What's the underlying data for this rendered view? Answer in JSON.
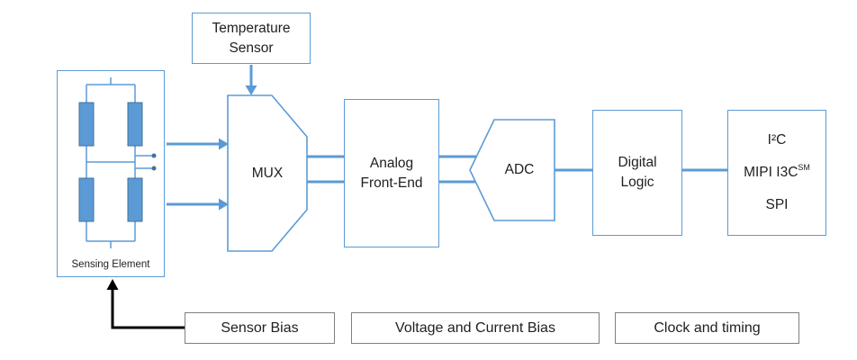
{
  "colors": {
    "accent_blue": "#5B9BD5",
    "resistor_border_blue": "#41719C",
    "text": "#1f1f1f",
    "gray_border": "#7f7f7f",
    "black": "#000000"
  },
  "blocks": {
    "temperature_sensor": {
      "line1": "Temperature",
      "line2": "Sensor"
    },
    "sensing_element": {
      "label": "Sensing Element"
    },
    "mux": {
      "label": "MUX"
    },
    "analog_front_end": {
      "line1": "Analog",
      "line2": "Front-End"
    },
    "adc": {
      "label": "ADC"
    },
    "digital_logic": {
      "line1": "Digital",
      "line2": "Logic"
    },
    "interface": {
      "i2c": "I²C",
      "mipi_base": "MIPI I3C",
      "mipi_sup": "SM",
      "spi": "SPI"
    }
  },
  "bottom_row": {
    "sensor_bias": "Sensor Bias",
    "voltage_current_bias": "Voltage and Current Bias",
    "clock_timing": "Clock and timing"
  }
}
